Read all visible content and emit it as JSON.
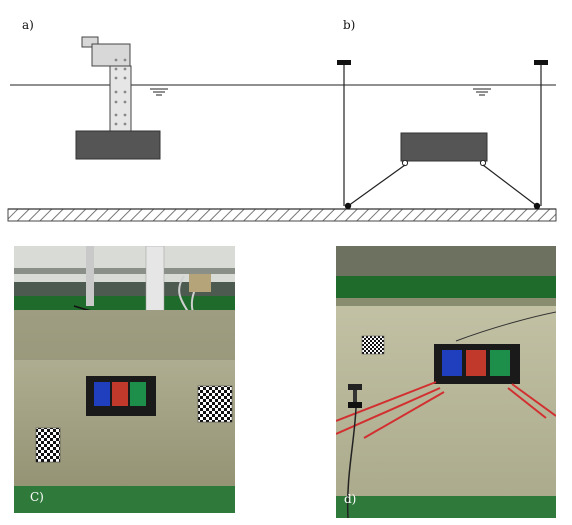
{
  "panels": {
    "a": {
      "label": "a)"
    },
    "b": {
      "label": "b)"
    },
    "c": {
      "label": "C)"
    },
    "d": {
      "label": "d)"
    }
  },
  "colors": {
    "block": "#555555",
    "seabed_hatch": "#666666",
    "tank_water": "#a8a68a",
    "device_red": "#c0392b",
    "device_blue": "#1f3fbf",
    "device_green": "#1e8f4a",
    "mooring_red": "#d23030"
  }
}
